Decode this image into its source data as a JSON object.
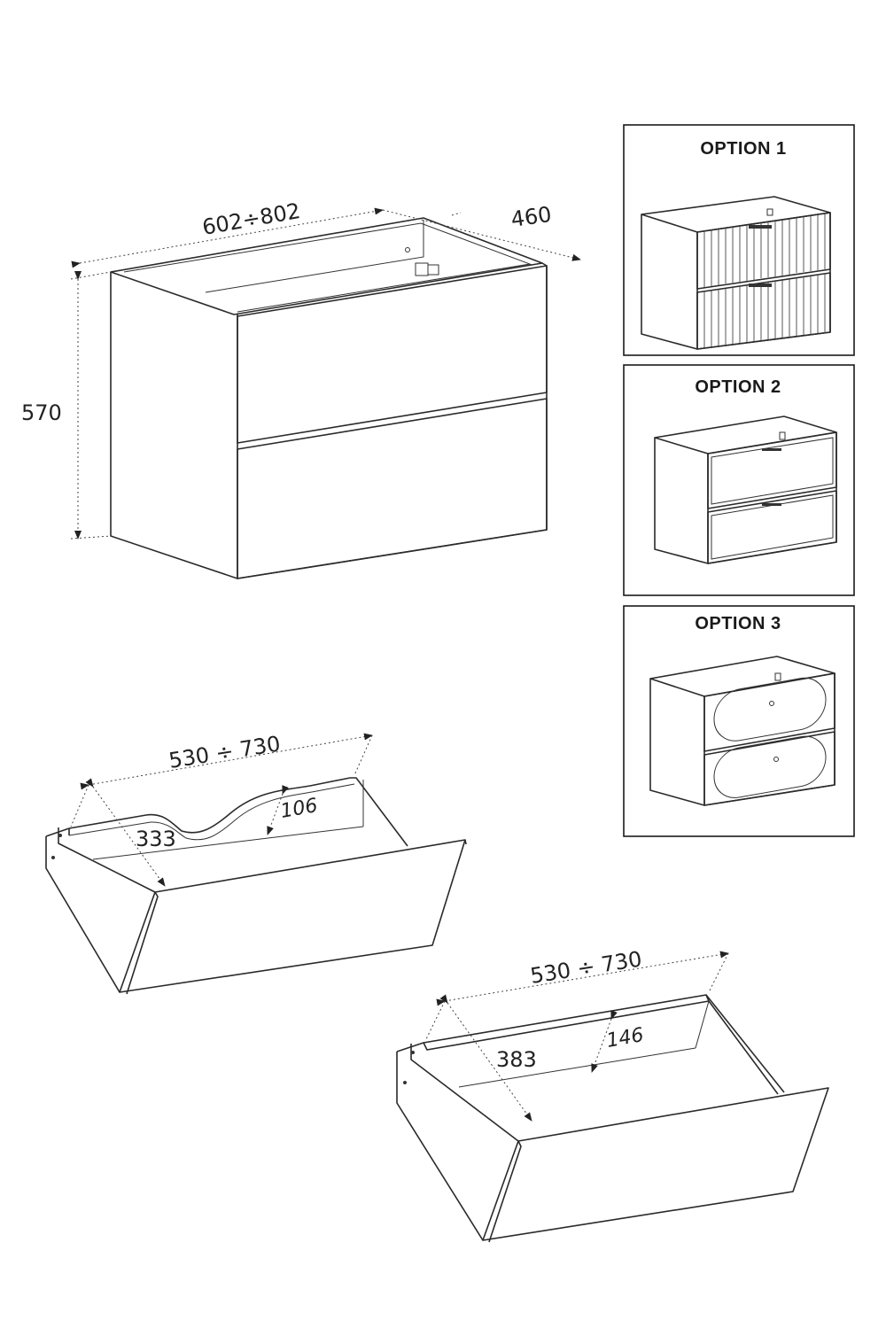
{
  "cabinet": {
    "width_label": "602÷802",
    "depth_label": "460",
    "height_label": "570"
  },
  "options": [
    {
      "title": "OPTION 1"
    },
    {
      "title": "OPTION 2"
    },
    {
      "title": "OPTION 3"
    }
  ],
  "drawer_top": {
    "width_label": "530 ÷ 730",
    "depth_label": "333",
    "height_label": "106"
  },
  "drawer_bottom": {
    "width_label": "530 ÷ 730",
    "depth_label": "383",
    "height_label": "146"
  }
}
